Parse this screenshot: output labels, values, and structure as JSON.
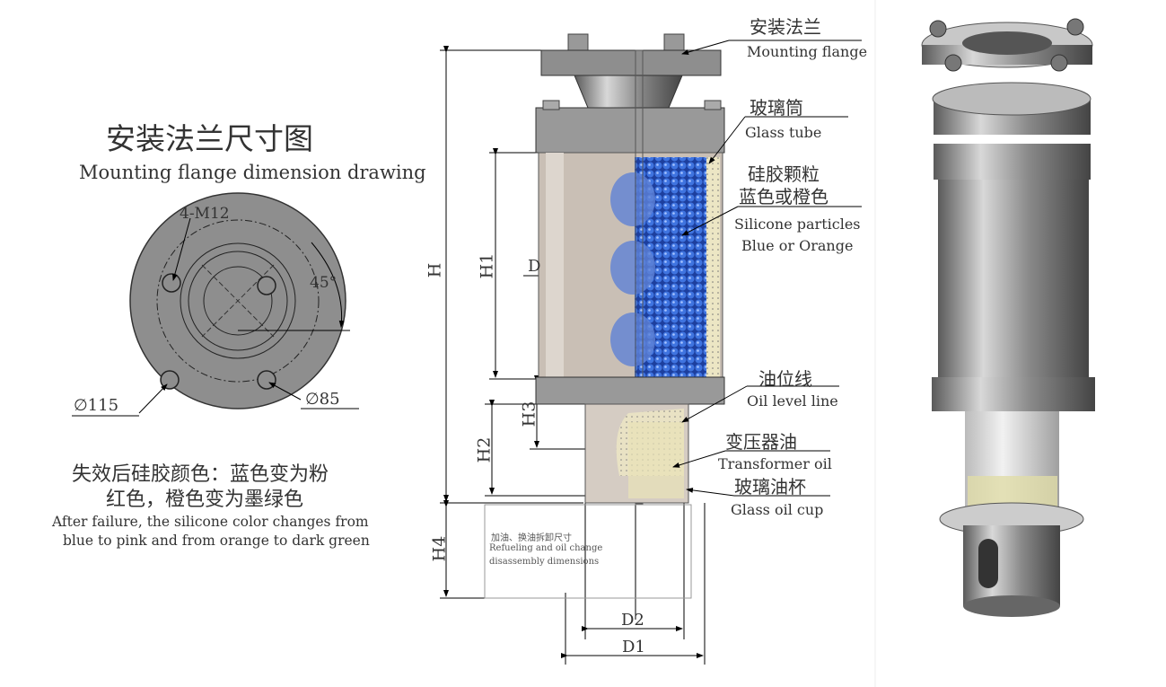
{
  "flange_drawing": {
    "title_cn": "安装法兰尺寸图",
    "title_en": "Mounting flange dimension drawing",
    "bolt_label": "4-M12",
    "angle_label": "45°",
    "outer_diameter": "∅115",
    "bolt_circle_diameter": "∅85"
  },
  "failure_note": {
    "cn_line1": "失效后硅胶颜色：蓝色变为粉",
    "cn_line2": "红色，橙色变为墨绿色",
    "en_line1": "After failure, the silicone color changes from",
    "en_line2": "blue to pink and from orange to dark green"
  },
  "dimensions": {
    "H": "H",
    "H1": "H1",
    "H2": "H2",
    "H3": "H3",
    "H4": "H4",
    "D": "D",
    "D1": "D1",
    "D2": "D2"
  },
  "refuel_note": {
    "cn": "加油、换油拆卸尺寸",
    "en1": "Refueling and oil change",
    "en2": "disassembly dimensions"
  },
  "callouts": [
    {
      "cn": "安装法兰",
      "en": "Mounting flange"
    },
    {
      "cn": "玻璃筒",
      "en": "Glass tube"
    },
    {
      "cn": "硅胶颗粒",
      "cn2": "蓝色或橙色",
      "en": "Silicone particles",
      "en2": "Blue or Orange"
    },
    {
      "cn": "油位线",
      "en": "Oil level line"
    },
    {
      "cn": "变压器油",
      "en": "Transformer oil"
    },
    {
      "cn": "玻璃油杯",
      "en": "Glass oil cup"
    }
  ],
  "colors": {
    "body": "#c9bfb5",
    "flange": "#8e8e8e",
    "particles": "#2a58c8",
    "oil": "#e8e3b8"
  }
}
